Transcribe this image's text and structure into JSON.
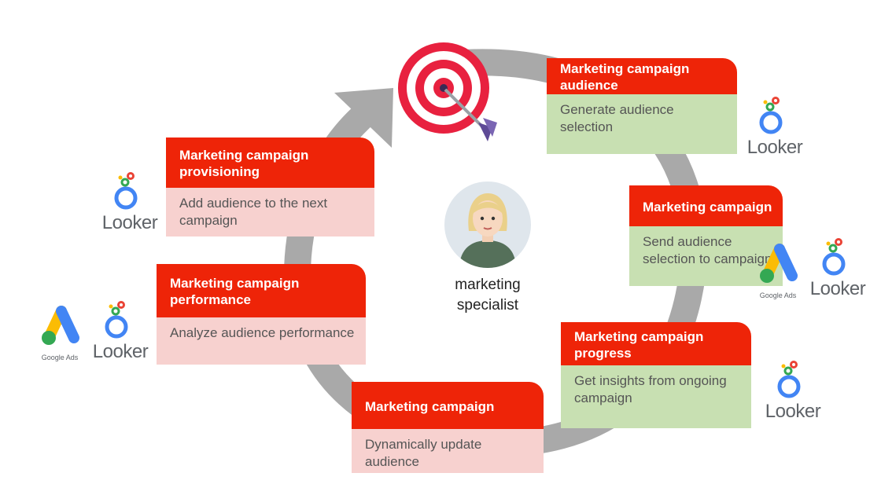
{
  "colors": {
    "header_red": "#ee2408",
    "body_pink": "#f7d1cf",
    "body_green": "#c8e0b2",
    "ring_gray": "#a9a9a9",
    "target_red": "#e8213f"
  },
  "steps": [
    {
      "title": "Marketing campaign audience",
      "text": "Generate audience selection",
      "tone": "green",
      "tools": [
        "looker"
      ]
    },
    {
      "title": "Marketing campaign",
      "text": "Send audience selection to campaign",
      "tone": "green",
      "tools": [
        "google-ads",
        "looker"
      ]
    },
    {
      "title": "Marketing campaign progress",
      "text": "Get insights from ongoing campaign",
      "tone": "green",
      "tools": [
        "looker"
      ]
    },
    {
      "title": "Marketing campaign",
      "text": "Dynamically update audience",
      "tone": "pink",
      "tools": []
    },
    {
      "title": "Marketing campaign performance",
      "text": "Analyze audience performance",
      "tone": "pink",
      "tools": [
        "google-ads",
        "looker"
      ]
    },
    {
      "title": "Marketing campaign provisioning",
      "text": "Add audience to the next campaign",
      "tone": "pink",
      "tools": [
        "looker"
      ]
    }
  ],
  "center": {
    "label": "marketing specialist",
    "icon": "person-avatar-icon"
  },
  "goal_icon": "target-icon",
  "brands": {
    "looker": "Looker",
    "google_ads": "Google Ads"
  }
}
